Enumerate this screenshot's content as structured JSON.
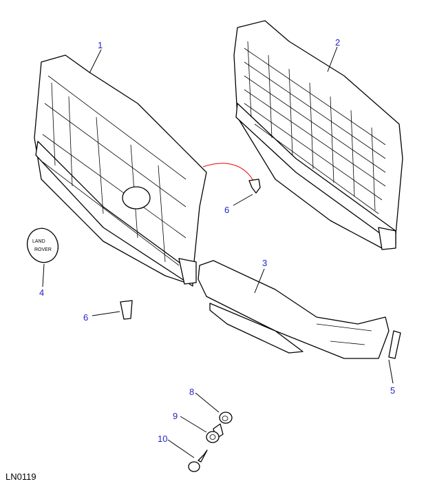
{
  "diagram": {
    "reference_code": "LN0119",
    "label_color": "#2222cc",
    "callouts": [
      {
        "id": "c1",
        "number": "1",
        "part": "grille-plain"
      },
      {
        "id": "c2",
        "number": "2",
        "part": "grille-mesh"
      },
      {
        "id": "c3",
        "number": "3",
        "part": "lower-grille-panel"
      },
      {
        "id": "c4",
        "number": "4",
        "part": "badge"
      },
      {
        "id": "c5",
        "number": "5",
        "part": "end-trim"
      },
      {
        "id": "c6a",
        "number": "6",
        "part": "clip-upper"
      },
      {
        "id": "c6b",
        "number": "6",
        "part": "clip-lower"
      },
      {
        "id": "c8",
        "number": "8",
        "part": "nut"
      },
      {
        "id": "c9",
        "number": "9",
        "part": "bush"
      },
      {
        "id": "c10",
        "number": "10",
        "part": "screw"
      }
    ],
    "badge_text": [
      "LAND",
      "ROVER"
    ]
  }
}
